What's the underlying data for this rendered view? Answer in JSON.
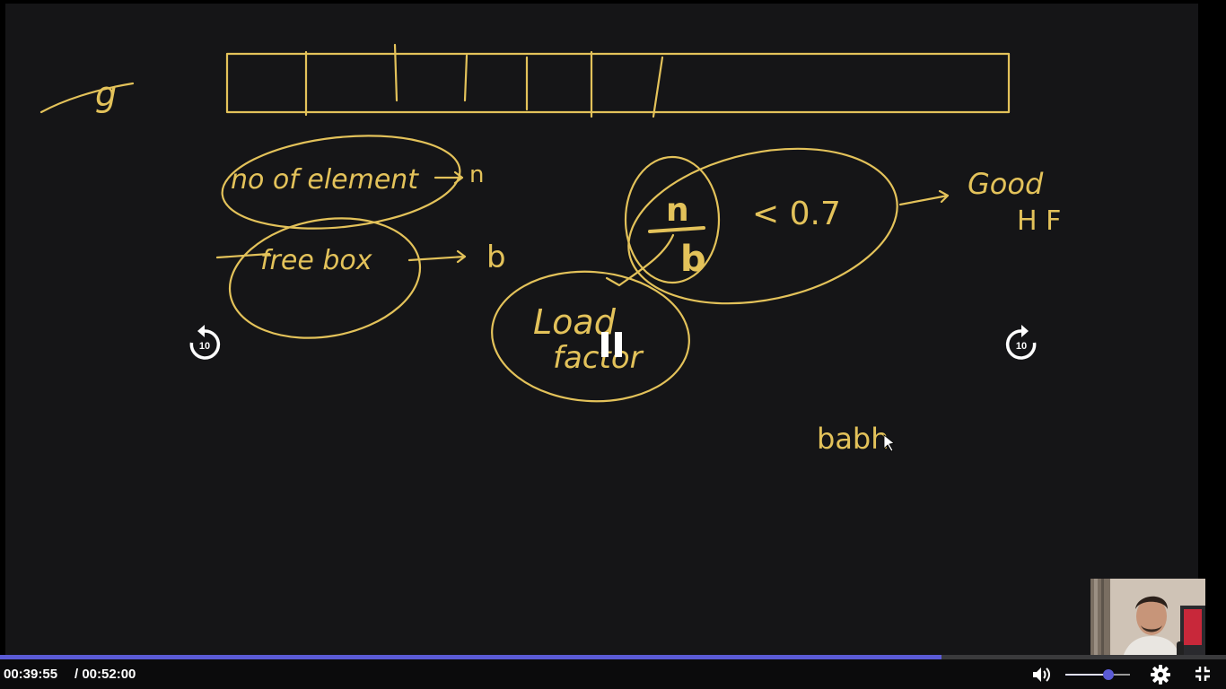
{
  "player": {
    "current_time": "00:39:55",
    "total_time": "/ 00:52:00",
    "progress_fraction": 0.7677,
    "volume_fraction": 0.66,
    "accent_color": "#5b5bd6",
    "icons": {
      "rewind": "rewind-10-icon",
      "forward": "forward-10-icon",
      "pause": "pause-icon",
      "volume": "volume-icon",
      "settings": "gear-icon",
      "exit_fullscreen": "exit-fullscreen-icon"
    },
    "skip_seconds": "10"
  },
  "whiteboard": {
    "ink_color": "#e3c25a",
    "texts": {
      "g": "g",
      "no_of_element": "no of element",
      "n_label": "n",
      "free_box": "free box",
      "b_label": "b",
      "fraction_n": "n",
      "fraction_b": "b",
      "less_than": "< 0.7",
      "load": "Load",
      "factor": "factor",
      "good": "Good",
      "hf": "H F",
      "babh": "babh"
    }
  }
}
